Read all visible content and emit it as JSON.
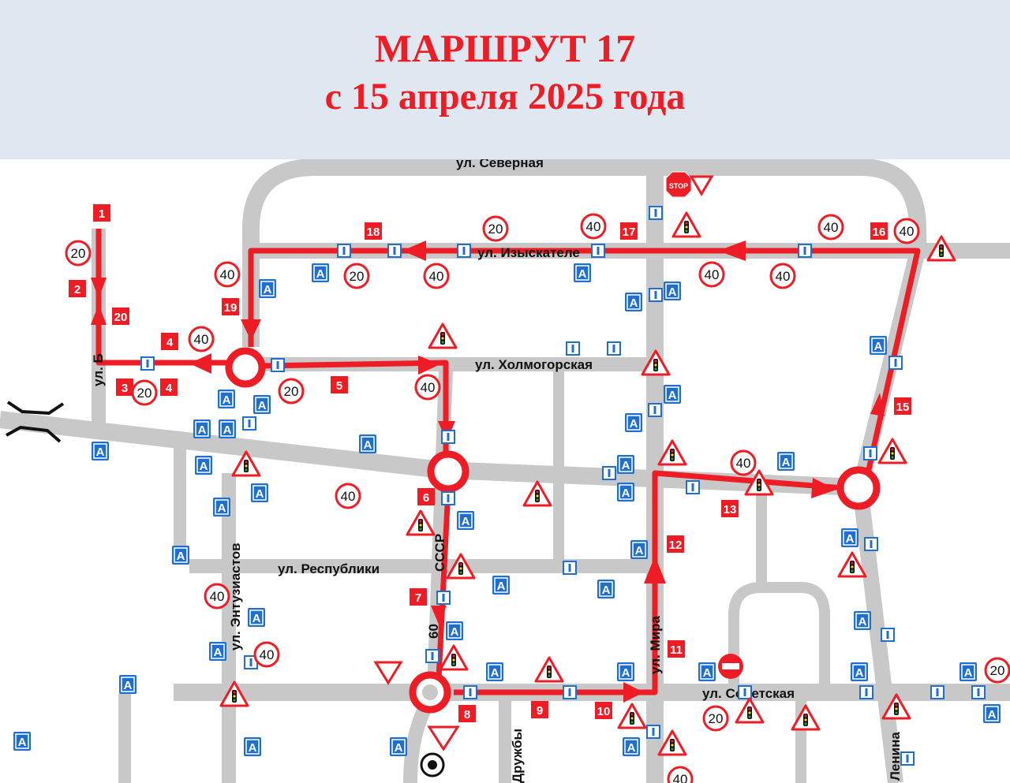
{
  "header": {
    "title": "МАРШРУТ 17",
    "subtitle": "с 15 апреля 2025 года"
  },
  "streets": {
    "severnaya": "ул. Северная",
    "izyskateley": "ул. Изыскателе",
    "kholmogorskaya": "ул. Холмогорская",
    "respubliki": "ул. Республики",
    "entuziastov": "ул. Энтузиастов",
    "sovetskaya": "ул. Советская",
    "druzhby": "Дружбы",
    "mira": "ул. Мира",
    "lenina": "Ленина",
    "sssr": "СССР",
    "left_vertical": "ул. Б",
    "sssr_bottom": "60"
  },
  "steps": [
    "1",
    "2",
    "3",
    "4",
    "4",
    "5",
    "6",
    "7",
    "8",
    "9",
    "10",
    "11",
    "12",
    "13",
    "15",
    "16",
    "17",
    "18",
    "19",
    "20"
  ],
  "speed_limits": [
    "20",
    "40",
    "20",
    "40",
    "20",
    "40",
    "20",
    "40",
    "40",
    "40",
    "40",
    "40",
    "20",
    "40",
    "40",
    "40",
    "40",
    "40",
    "20",
    "20",
    "40",
    "20",
    "40"
  ],
  "parking_symbol": "A",
  "stop_sign_text": "STOP",
  "colors": {
    "route": "#ee1c24",
    "road": "#c8c8c8",
    "parking": "#1f6fd1",
    "header_bg": "#dfe7f1"
  },
  "icons": [
    "speed-limit-icon",
    "parking-icon",
    "traffic-light-warning-icon",
    "bus-stop-icon",
    "no-entry-icon",
    "stop-sign-icon",
    "yield-icon",
    "roundabout-icon",
    "bridge-icon"
  ]
}
